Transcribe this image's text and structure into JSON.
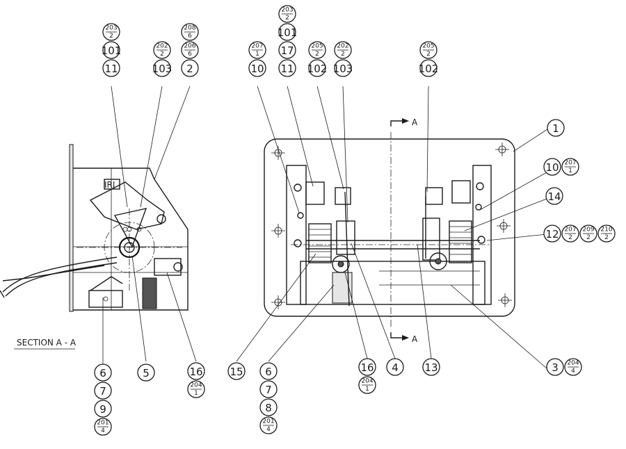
{
  "section_label": "SECTION A - A",
  "section_marker_top": "A",
  "section_marker_bottom": "A",
  "left_view": {
    "callout_stacks": [
      {
        "id": "l-top-1",
        "items": [
          {
            "f": [
              "203",
              "2"
            ]
          },
          {
            "t": "101"
          },
          {
            "t": "11"
          }
        ]
      },
      {
        "id": "l-top-2",
        "items": [
          {
            "f": [
              "202",
              "2"
            ]
          },
          {
            "t": "103"
          }
        ]
      },
      {
        "id": "l-top-3",
        "items": [
          {
            "f": [
              "208",
              "6"
            ]
          },
          {
            "f": [
              "206",
              "6"
            ]
          },
          {
            "t": "2"
          }
        ]
      },
      {
        "id": "l-bot-1",
        "items": [
          {
            "t": "6"
          },
          {
            "t": "7"
          },
          {
            "t": "9"
          },
          {
            "f": [
              "201",
              "4"
            ]
          }
        ]
      },
      {
        "id": "l-bot-2",
        "items": [
          {
            "t": "5"
          }
        ]
      },
      {
        "id": "l-bot-3",
        "items": [
          {
            "t": "16"
          },
          {
            "f": [
              "204",
              "1"
            ]
          }
        ]
      }
    ]
  },
  "right_view": {
    "callout_stacks": [
      {
        "id": "r-top-1",
        "items": [
          {
            "f": [
              "207",
              "1"
            ]
          },
          {
            "t": "10"
          }
        ]
      },
      {
        "id": "r-top-2",
        "items": [
          {
            "f": [
              "203",
              "2"
            ]
          },
          {
            "t": "101"
          },
          {
            "t": "17"
          },
          {
            "t": "11"
          }
        ]
      },
      {
        "id": "r-top-3",
        "items": [
          {
            "f": [
              "205",
              "2"
            ]
          },
          {
            "t": "102"
          }
        ]
      },
      {
        "id": "r-top-4",
        "items": [
          {
            "f": [
              "202",
              "2"
            ]
          },
          {
            "t": "103"
          }
        ]
      },
      {
        "id": "r-top-5",
        "items": [
          {
            "f": [
              "205",
              "2"
            ]
          },
          {
            "t": "102"
          }
        ]
      },
      {
        "id": "r-right-1",
        "items": [
          {
            "t": "1"
          }
        ]
      },
      {
        "id": "r-right-2",
        "items": [
          {
            "t": "10"
          },
          {
            "f": [
              "207",
              "1"
            ]
          }
        ]
      },
      {
        "id": "r-right-3",
        "items": [
          {
            "t": "14"
          }
        ]
      },
      {
        "id": "r-right-4",
        "items": [
          {
            "t": "12"
          },
          {
            "f": [
              "207",
              "2"
            ]
          },
          {
            "f": [
              "209",
              "2"
            ]
          },
          {
            "f": [
              "210",
              "2"
            ]
          }
        ]
      },
      {
        "id": "r-right-5",
        "items": [
          {
            "t": "3"
          },
          {
            "f": [
              "204",
              "4"
            ]
          }
        ]
      },
      {
        "id": "r-bot-1",
        "items": [
          {
            "t": "15"
          }
        ]
      },
      {
        "id": "r-bot-2",
        "items": [
          {
            "t": "6"
          },
          {
            "t": "7"
          },
          {
            "t": "8"
          },
          {
            "f": [
              "201",
              "4"
            ]
          }
        ]
      },
      {
        "id": "r-bot-3",
        "items": [
          {
            "t": "16"
          },
          {
            "f": [
              "204",
              "1"
            ]
          }
        ]
      },
      {
        "id": "r-bot-4",
        "items": [
          {
            "t": "4"
          }
        ]
      },
      {
        "id": "r-bot-5",
        "items": [
          {
            "t": "13"
          }
        ]
      }
    ]
  }
}
